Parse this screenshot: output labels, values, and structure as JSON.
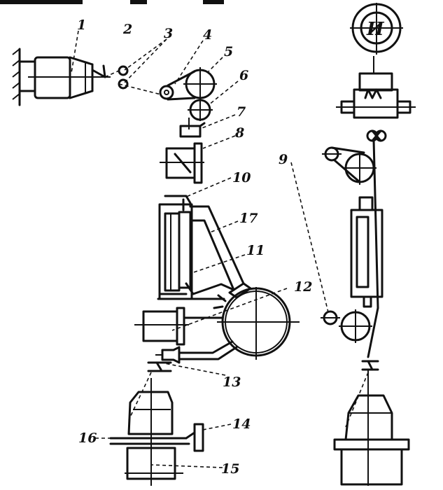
{
  "labels": {
    "l1": "1",
    "l2": "2",
    "l3": "3",
    "l4": "4",
    "l5": "5",
    "l6": "6",
    "l7": "7",
    "l8": "8",
    "l9": "9",
    "l10": "10",
    "l11": "11",
    "l12": "12",
    "l13": "13",
    "l14": "14",
    "l15": "15",
    "l16": "16",
    "l17": "17"
  },
  "motor_letters": "И"
}
